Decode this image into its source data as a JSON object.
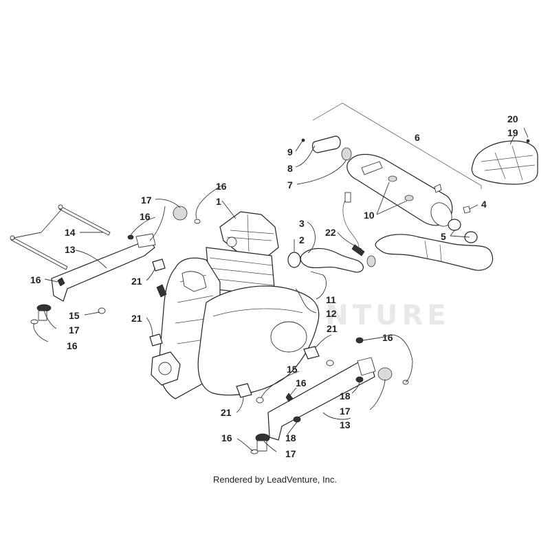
{
  "diagram": {
    "credit": "Rendered by LeadVenture, Inc.",
    "watermark": "LEADVENTURE",
    "callouts": [
      {
        "id": "c20",
        "text": "20"
      },
      {
        "id": "c19",
        "text": "19"
      },
      {
        "id": "c6",
        "text": "6"
      },
      {
        "id": "c9",
        "text": "9"
      },
      {
        "id": "c8",
        "text": "8"
      },
      {
        "id": "c7",
        "text": "7"
      },
      {
        "id": "c16a",
        "text": "16"
      },
      {
        "id": "c1",
        "text": "1"
      },
      {
        "id": "c17a",
        "text": "17"
      },
      {
        "id": "c16b",
        "text": "16"
      },
      {
        "id": "c10",
        "text": "10"
      },
      {
        "id": "c4",
        "text": "4"
      },
      {
        "id": "c3",
        "text": "3"
      },
      {
        "id": "c22",
        "text": "22"
      },
      {
        "id": "c2",
        "text": "2"
      },
      {
        "id": "c5",
        "text": "5"
      },
      {
        "id": "c14",
        "text": "14"
      },
      {
        "id": "c13a",
        "text": "13"
      },
      {
        "id": "c16c",
        "text": "16"
      },
      {
        "id": "c21a",
        "text": "21"
      },
      {
        "id": "c11",
        "text": "11"
      },
      {
        "id": "c15a",
        "text": "15"
      },
      {
        "id": "c21b",
        "text": "21"
      },
      {
        "id": "c12",
        "text": "12"
      },
      {
        "id": "c17b",
        "text": "17"
      },
      {
        "id": "c16d",
        "text": "16"
      },
      {
        "id": "c21c",
        "text": "21"
      },
      {
        "id": "c16e",
        "text": "16"
      },
      {
        "id": "c15b",
        "text": "15"
      },
      {
        "id": "c16f",
        "text": "16"
      },
      {
        "id": "c18a",
        "text": "18"
      },
      {
        "id": "c17c",
        "text": "17"
      },
      {
        "id": "c21d",
        "text": "21"
      },
      {
        "id": "c13b",
        "text": "13"
      },
      {
        "id": "c16g",
        "text": "16"
      },
      {
        "id": "c18b",
        "text": "18"
      },
      {
        "id": "c17d",
        "text": "17"
      }
    ]
  }
}
